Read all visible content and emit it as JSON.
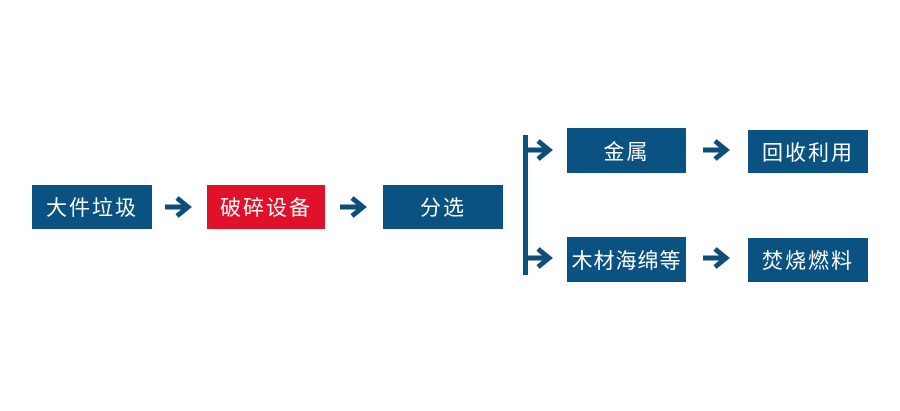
{
  "diagram": {
    "type": "flowchart",
    "colors": {
      "node_blue": "#0a5281",
      "node_red": "#e01129",
      "arrow": "#0d4d7a",
      "text": "#ffffff",
      "background": "#ffffff"
    },
    "main_flow": [
      {
        "id": "bulky-waste",
        "label": "大件垃圾",
        "variant": "blue"
      },
      {
        "id": "crushing-equipment",
        "label": "破碎设备",
        "variant": "red"
      },
      {
        "id": "sorting",
        "label": "分选",
        "variant": "blue"
      }
    ],
    "branches": [
      {
        "id": "metal-branch",
        "steps": [
          {
            "id": "metal",
            "label": "金属",
            "variant": "blue"
          },
          {
            "id": "recycling",
            "label": "回收利用",
            "variant": "blue"
          }
        ]
      },
      {
        "id": "wood-branch",
        "steps": [
          {
            "id": "wood-sponge-etc",
            "label": "木材海绵等",
            "variant": "blue"
          },
          {
            "id": "incineration-fuel",
            "label": "焚烧燃料",
            "variant": "blue"
          }
        ]
      }
    ]
  }
}
